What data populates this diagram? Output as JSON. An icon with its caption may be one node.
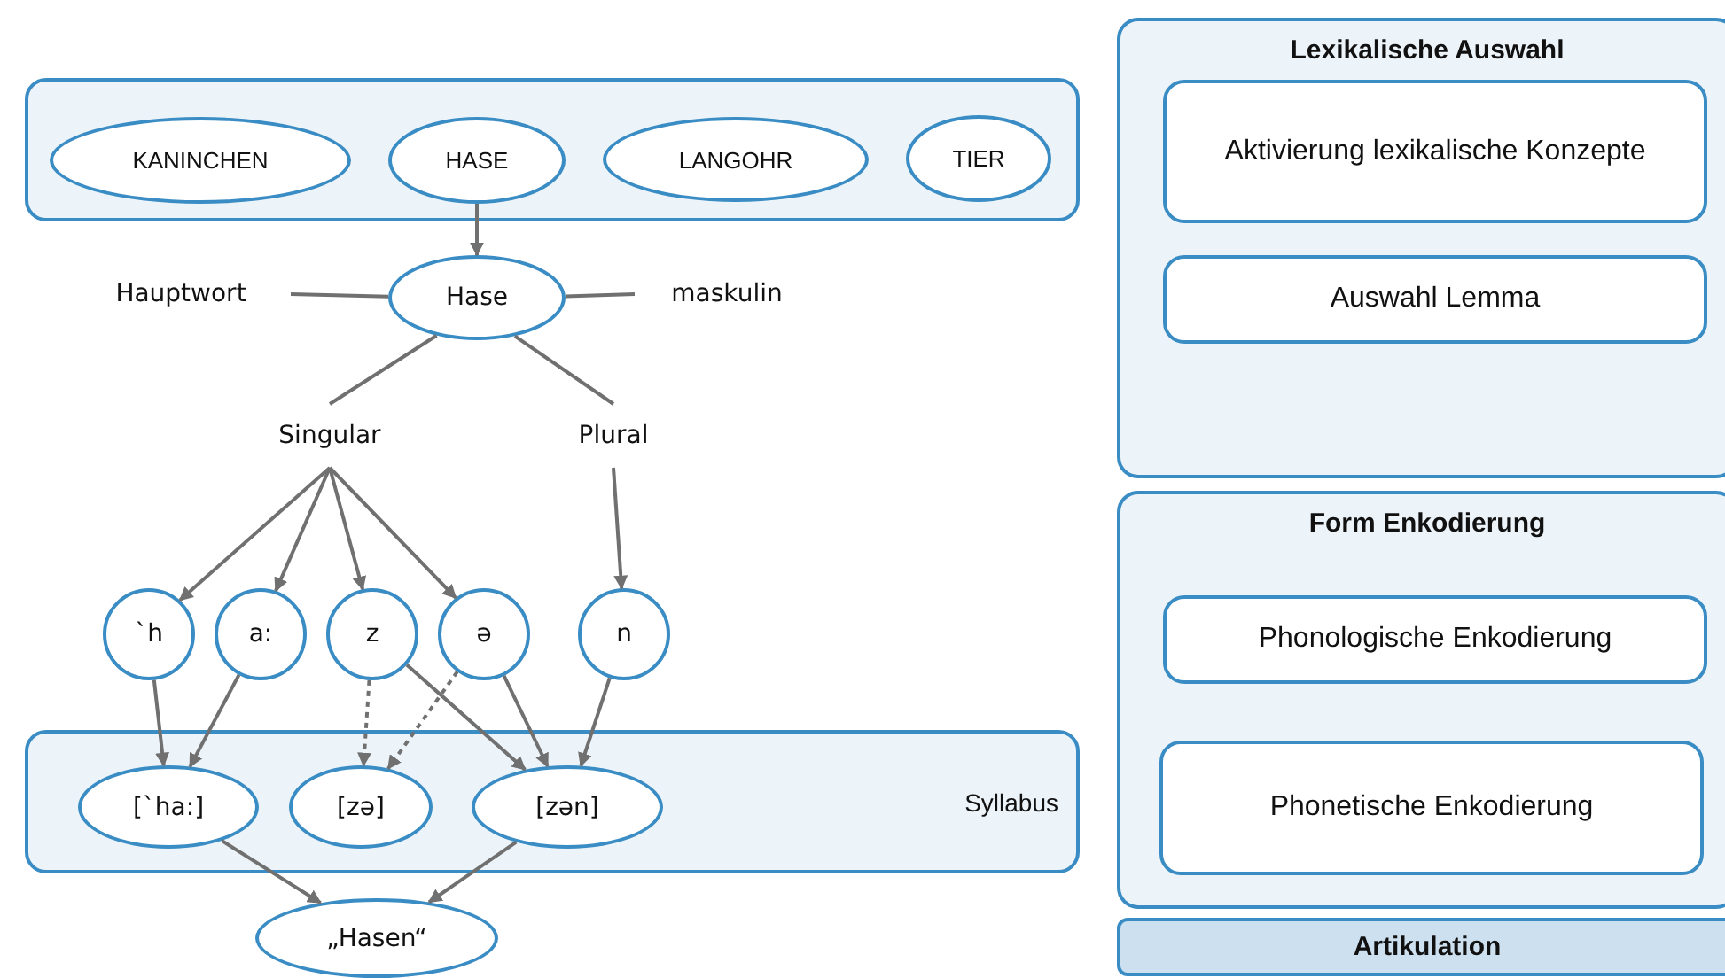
{
  "diagram": {
    "nodes": [
      {
        "text": [],
        "shape": "box"
      },
      {
        "text": [
          "KANINCHEN"
        ],
        "in": 0
      },
      {
        "text": [
          "HASE"
        ],
        "in": 0
      },
      {
        "text": [
          "LANGOHR"
        ],
        "in": 0
      },
      {
        "text": [
          "TIER"
        ],
        "in": 0
      },
      {
        "text": [
          "Hase"
        ]
      },
      {
        "text": [
          "Hauptwort"
        ]
      },
      {
        "text": [
          "maskulin"
        ]
      },
      {
        "text": [
          "Singular"
        ]
      },
      {
        "text": [
          "Plural"
        ]
      },
      {
        "text": [
          "`h"
        ]
      },
      {
        "text": [
          "a:"
        ]
      },
      {
        "text": [
          "z"
        ]
      },
      {
        "text": [
          "ə"
        ]
      },
      {
        "text": [
          "n"
        ]
      },
      {
        "text": [
          "Syllabus"
        ]
      },
      {
        "text": [
          "[`ha:]"
        ],
        "in": 15
      },
      {
        "text": [
          "[zə]"
        ],
        "in": 15
      },
      {
        "text": [
          "[zən]"
        ],
        "in": 15
      },
      {
        "text": [
          "„Hasen“"
        ]
      },
      {
        "text": [
          "Lexikalische Auswahl"
        ]
      },
      {
        "text": [
          "Aktivierung lexikalische Konzepte"
        ],
        "in": 20
      },
      {
        "text": [
          "Auswahl Lemma"
        ],
        "in": 20
      },
      {
        "text": [
          "Form Enkodierung"
        ]
      },
      {
        "text": [
          "Phonologische Enkodierung"
        ],
        "in": 23
      },
      {
        "text": [
          "Phonetische Enkodierung"
        ],
        "in": 23
      },
      {
        "text": [
          "Artikulation"
        ]
      }
    ],
    "edges": [
      {
        "from": 2,
        "to": 5,
        "arrow": "to"
      },
      {
        "from": 6,
        "to": 5,
        "arrow": "none"
      },
      {
        "from": 5,
        "to": 7,
        "arrow": "none"
      },
      {
        "from": 5,
        "to": 8,
        "arrow": "none"
      },
      {
        "from": 5,
        "to": 9,
        "arrow": "none"
      },
      {
        "from": 8,
        "to": 10,
        "arrow": "to"
      },
      {
        "from": 8,
        "to": 11,
        "arrow": "to"
      },
      {
        "from": 8,
        "to": 12,
        "arrow": "to"
      },
      {
        "from": 8,
        "to": 13,
        "arrow": "to"
      },
      {
        "from": 9,
        "to": 14,
        "arrow": "to"
      },
      {
        "from": 10,
        "to": 16,
        "arrow": "to"
      },
      {
        "from": 11,
        "to": 16,
        "arrow": "to"
      },
      {
        "from": 12,
        "to": 17,
        "arrow": "to",
        "style": "dashed"
      },
      {
        "from": 13,
        "to": 17,
        "arrow": "to",
        "style": "dashed"
      },
      {
        "from": 12,
        "to": 18,
        "arrow": "to"
      },
      {
        "from": 13,
        "to": 18,
        "arrow": "to"
      },
      {
        "from": 14,
        "to": 18,
        "arrow": "to"
      },
      {
        "from": 16,
        "to": 19,
        "arrow": "to"
      },
      {
        "from": 18,
        "to": 19,
        "arrow": "to"
      }
    ]
  }
}
